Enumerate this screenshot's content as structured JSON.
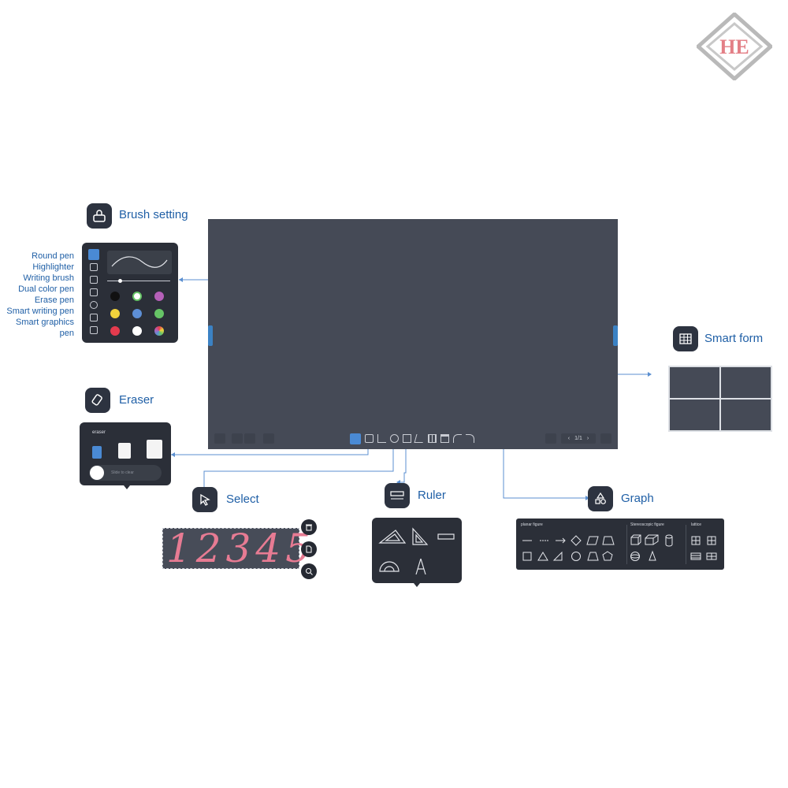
{
  "brush": {
    "title": "Brush setting",
    "pens": [
      "Round pen",
      "Highlighter",
      "Writing brush",
      "Dual color pen",
      "Erase pen",
      "Smart writing pen",
      "Smart graphics pen"
    ],
    "swatches": [
      "#111111",
      "#ffffff",
      "#b560b8",
      "#f0d23c",
      "#5d8fd6",
      "#66c466",
      "#e43b4e",
      "#ffffff",
      "rainbow"
    ]
  },
  "eraser": {
    "title": "Eraser",
    "panel_label": "eraser",
    "slider_hint": "Slide to clear"
  },
  "select": {
    "title": "Select",
    "sample": "12345"
  },
  "ruler": {
    "title": "Ruler"
  },
  "graph": {
    "title": "Graph",
    "sections": [
      "planar figure",
      "Stereoscopic figure",
      "lattice"
    ]
  },
  "smartform": {
    "title": "Smart form"
  },
  "toolbar": {
    "page": "1/1"
  },
  "colors": {
    "accent": "#1f5fa6",
    "board": "#454a56",
    "panel": "#2b2f38",
    "connector": "#5b8fd0"
  }
}
